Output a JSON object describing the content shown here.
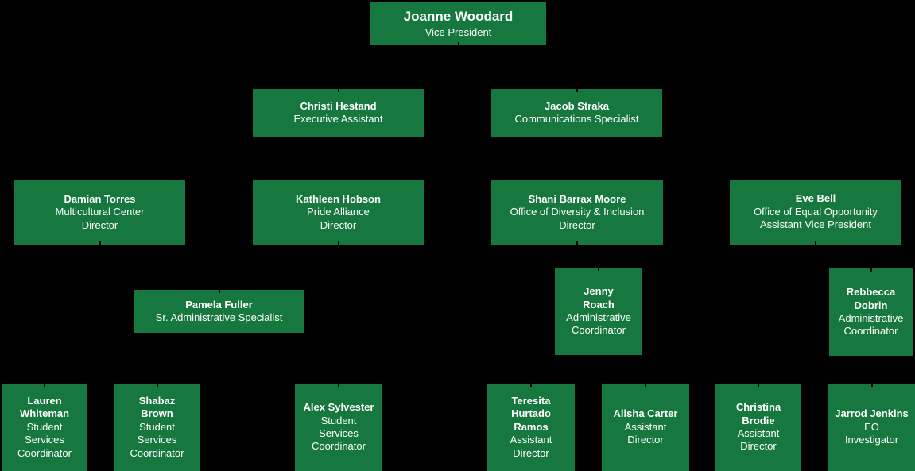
{
  "meta": {
    "description": "Organizational chart, green boxes on black background",
    "colors": {
      "background": "#000000",
      "box_fill": "#16783E",
      "box_text": "#FFFFFF"
    }
  },
  "org_chart": {
    "boxes": [
      {
        "id": "joanne-woodard",
        "name": "Joanne Woodard",
        "title": "Vice President"
      },
      {
        "id": "christi-hestand",
        "name": "Christi Hestand",
        "title": "Executive Assistant"
      },
      {
        "id": "jacob-straka",
        "name": "Jacob Straka",
        "title": "Communications Specialist"
      },
      {
        "id": "damian-torres",
        "name": "Damian Torres",
        "title": "Multicultural Center\nDirector"
      },
      {
        "id": "kathleen-hobson",
        "name": "Kathleen Hobson",
        "title": "Pride Alliance\nDirector"
      },
      {
        "id": "shani-barrax-moore",
        "name": "Shani Barrax Moore",
        "title": "Office of Diversity & Inclusion\nDirector"
      },
      {
        "id": "eve-bell",
        "name": "Eve Bell",
        "title": "Office of Equal Opportunity\nAssistant Vice President"
      },
      {
        "id": "pamela-fuller",
        "name": "Pamela Fuller",
        "title": "Sr. Administrative Specialist"
      },
      {
        "id": "jenny-roach",
        "name": "Jenny\nRoach",
        "title": "Administrative\nCoordinator"
      },
      {
        "id": "rebbecca-dobrin",
        "name": "Rebbecca\nDobrin",
        "title": "Administrative\nCoordinator"
      },
      {
        "id": "lauren-whiteman",
        "name": "Lauren\nWhiteman",
        "title": "Student\nServices\nCoordinator"
      },
      {
        "id": "shabaz-brown",
        "name": "Shabaz\nBrown",
        "title": "Student\nServices\nCoordinator"
      },
      {
        "id": "alex-sylvester",
        "name": "Alex Sylvester",
        "title": "Student\nServices\nCoordinator"
      },
      {
        "id": "teresita-hurtado-ramos",
        "name": "Teresita\nHurtado\nRamos",
        "title": "Assistant\nDirector"
      },
      {
        "id": "alisha-carter",
        "name": "Alisha Carter",
        "title": "Assistant\nDirector"
      },
      {
        "id": "christina-brodie",
        "name": "Christina\nBrodie",
        "title": "Assistant\nDirector"
      },
      {
        "id": "jarrod-jenkins",
        "name": "Jarrod Jenkins",
        "title": "EO\nInvestigator"
      }
    ]
  }
}
